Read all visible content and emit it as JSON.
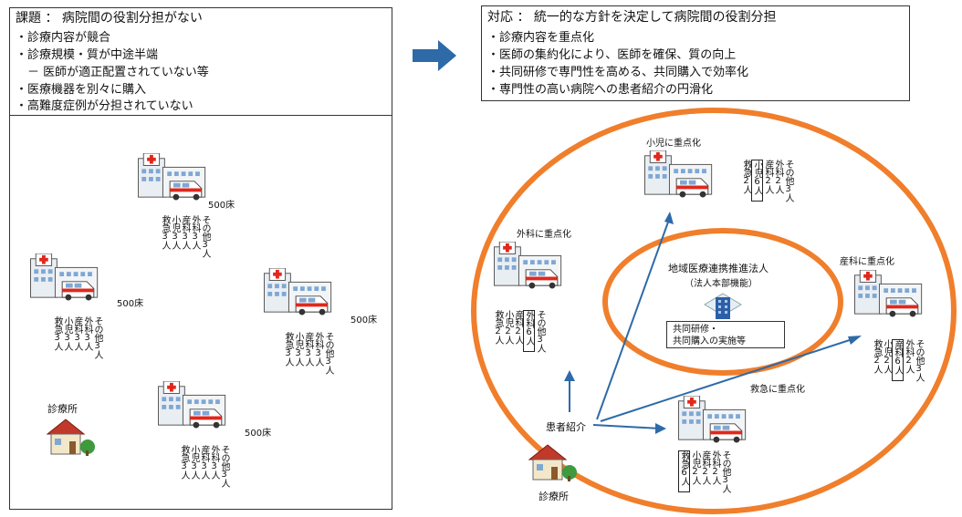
{
  "left_box": {
    "title": "課題 ： 病院間の役割分担がない",
    "bullets": [
      "・診療内容が競合",
      "・診療規模・質が中途半端",
      "　－ 医師が適正配置されていない等",
      "・医療機器を別々に購入",
      "・高難度症例が分担されていない"
    ]
  },
  "right_box": {
    "title": "対応 ： 統一的な方針を決定して病院間の役割分担",
    "bullets": [
      "・診療内容を重点化",
      "・医師の集約化により、医師を確保、質の向上",
      "・共同研修で専門性を高める、共同購入で効率化",
      "・専門性の高い病院への患者紹介の円滑化"
    ]
  },
  "left_hospitals": [
    {
      "beds": "500床",
      "staff": [
        "救急3人",
        "小児3人",
        "産科3人",
        "外科3人",
        "その他3人"
      ]
    },
    {
      "beds": "500床",
      "staff": [
        "救急3人",
        "小児3人",
        "産科3人",
        "外科3人",
        "その他3人"
      ]
    },
    {
      "beds": "500床",
      "staff": [
        "救急3人",
        "小児3人",
        "産科3人",
        "外科3人",
        "その他3人"
      ]
    },
    {
      "beds": "500床",
      "staff": [
        "救急3人",
        "小児3人",
        "産科3人",
        "外科3人",
        "その他3人"
      ]
    }
  ],
  "left_clinic_label": "診療所",
  "right": {
    "pediatrics": {
      "label": "小児に重点化",
      "staff": [
        "救急2人",
        "小児6人",
        "産科2人",
        "外科2人",
        "その他3人"
      ],
      "boxed": 1
    },
    "surgery": {
      "label": "外科に重点化",
      "staff": [
        "救急2人",
        "小児2人",
        "産科2人",
        "外科6人",
        "その他3人"
      ],
      "boxed": 3
    },
    "obstetrics": {
      "label": "産科に重点化",
      "staff": [
        "救急2人",
        "小児2人",
        "産科6人",
        "外科2人",
        "その他3人"
      ],
      "boxed": 2
    },
    "emergency": {
      "label": "救急に重点化",
      "staff": [
        "救急6人",
        "小児2人",
        "産科2人",
        "外科2人",
        "その他3人"
      ],
      "boxed": 0
    },
    "hq_title": "地域医療連携推進法人",
    "hq_sub": "（法人本部機能）",
    "hq_box": "共同研修・\n共同購入の実施等",
    "referral": "患者紹介",
    "clinic": "診療所"
  },
  "colors": {
    "ring": "#f07e2b",
    "arrow": "#2e6aa8",
    "cross": "#e0281c"
  }
}
